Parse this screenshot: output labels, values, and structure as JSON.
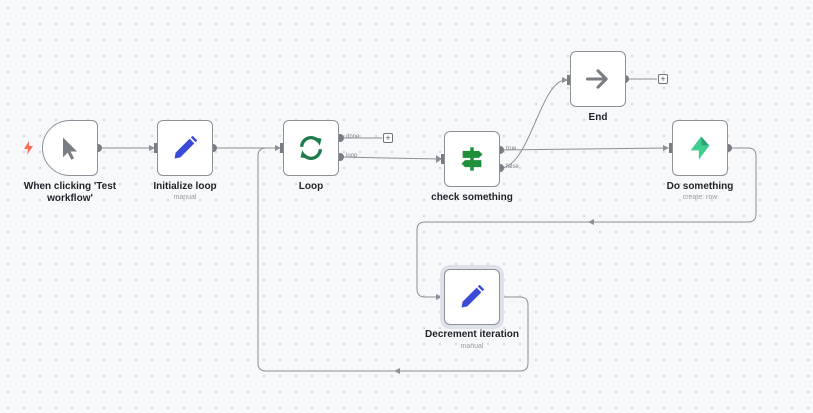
{
  "nodes": {
    "trigger": {
      "label": "When clicking 'Test workflow'",
      "icon": "cursor-icon"
    },
    "init": {
      "label": "Initialize loop",
      "subtitle": "manual",
      "icon": "pencil-icon"
    },
    "loop": {
      "label": "Loop",
      "icon": "loop-arrows-icon"
    },
    "check": {
      "label": "check something",
      "icon": "signpost-icon"
    },
    "end": {
      "label": "End",
      "icon": "arrow-right-icon"
    },
    "do": {
      "label": "Do something",
      "subtitle": "create: row",
      "icon": "supabase-bolt-icon"
    },
    "decrement": {
      "label": "Decrement iteration",
      "subtitle": "manual",
      "icon": "pencil-icon"
    }
  },
  "ports": {
    "loop_done": "done",
    "loop_loop": "loop",
    "check_true": "true",
    "check_false": "false"
  },
  "add_button": "+",
  "colors": {
    "pencil": "#3b4bd8",
    "loop": "#1e7b4a",
    "signpost": "#1f8f3a",
    "arrow": "#7a7c83",
    "supabase": "#3ecf8e",
    "trigger_bolt": "#ff6d5a",
    "connection": "#8e9098"
  }
}
